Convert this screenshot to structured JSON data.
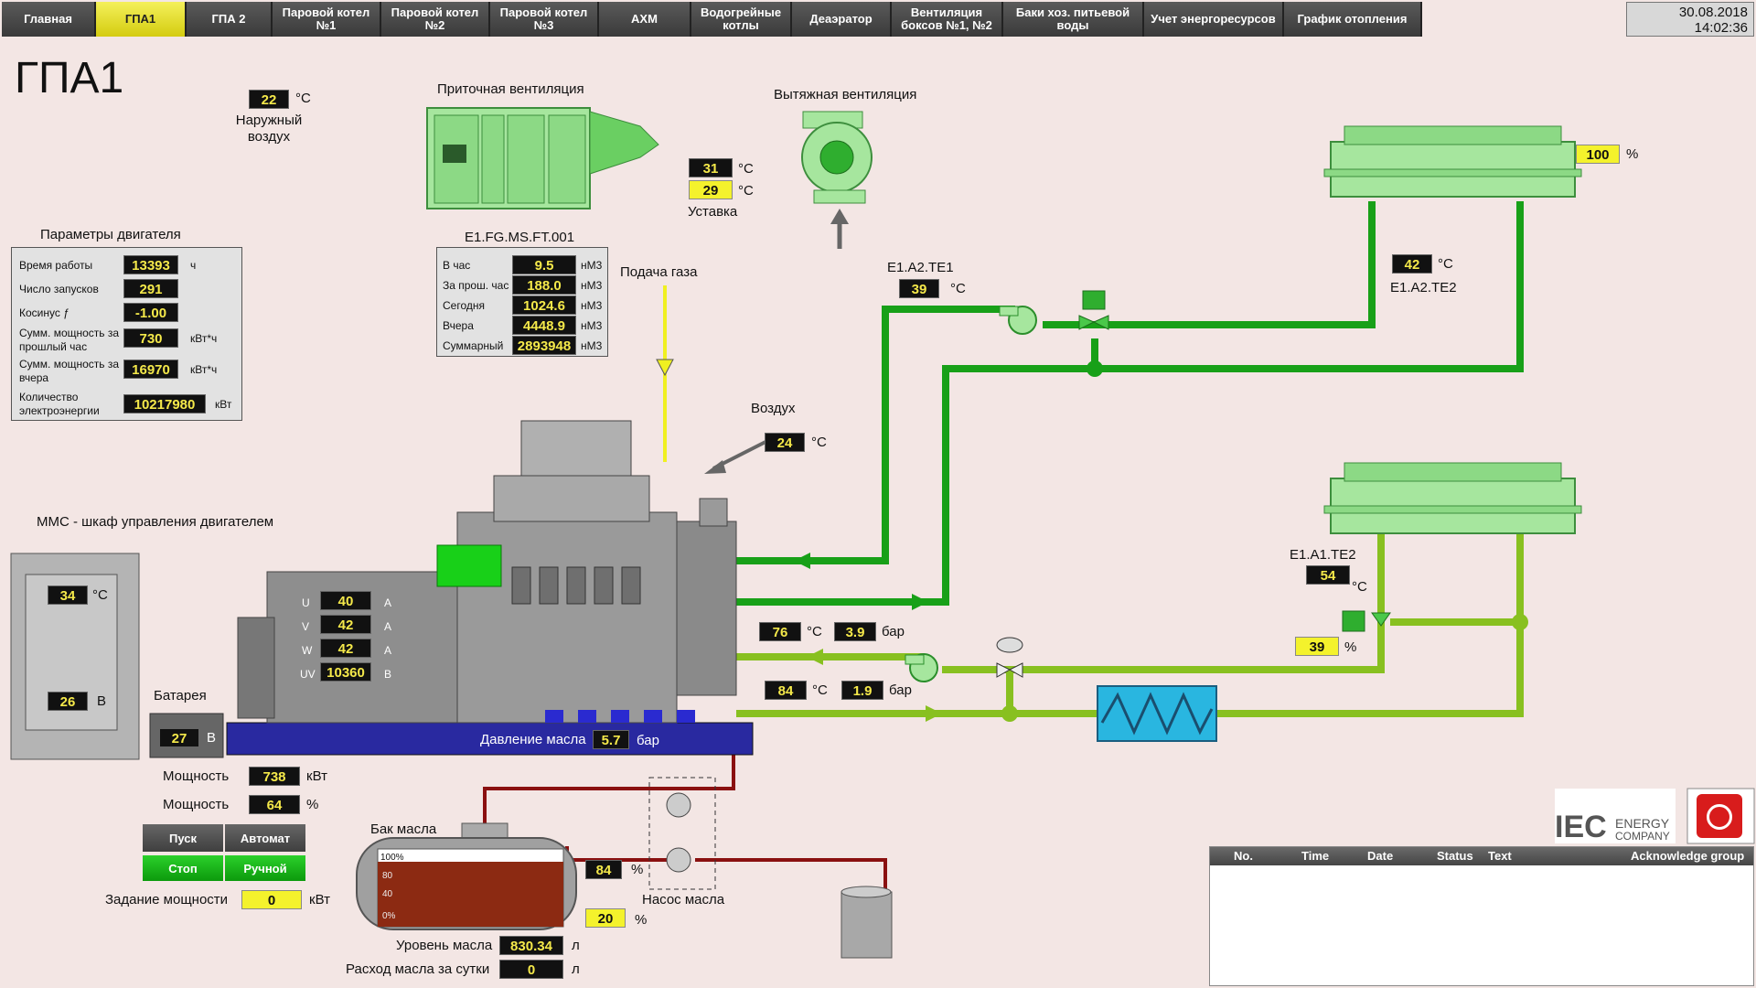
{
  "nav": [
    "Главная",
    "ГПА1",
    "ГПА 2",
    "Паровой котел №1",
    "Паровой котел №2",
    "Паровой котел №3",
    "АХМ",
    "Водогрейные котлы",
    "Деаэратор",
    "Вентиляция боксов №1, №2",
    "Баки хоз. питьевой воды",
    "Учет энергоресурсов",
    "График отопления"
  ],
  "clock": {
    "date": "30.08.2018",
    "time": "14:02:36"
  },
  "title": "ГПА1",
  "outdoor": {
    "value": "22",
    "unit": "°C",
    "label": "Наружный воздух"
  },
  "supply_vent": {
    "label": "Приточная вентиляция",
    "temp": "31",
    "setpoint": "29",
    "unit": "°C",
    "setpoint_label": "Уставка"
  },
  "exhaust_vent": {
    "label": "Вытяжная вентиляция"
  },
  "engine_params": {
    "title": "Параметры двигателя",
    "rows": [
      {
        "label": "Время работы",
        "value": "13393",
        "unit": "ч"
      },
      {
        "label": "Число запусков",
        "value": "291",
        "unit": ""
      },
      {
        "label": "Косинус ƒ",
        "value": "-1.00",
        "unit": ""
      },
      {
        "label": "Сумм. мощность за прошлый час",
        "value": "730",
        "unit": "кВт*ч"
      },
      {
        "label": "Сумм. мощность за вчера",
        "value": "16970",
        "unit": "кВт*ч"
      },
      {
        "label": "Количество электроэнергии",
        "value": "10217980",
        "unit": "кВт"
      }
    ]
  },
  "gas_meter": {
    "title": "E1.FG.MS.FT.001",
    "rows": [
      {
        "label": "В час",
        "value": "9.5",
        "unit": "нМ3"
      },
      {
        "label": "За прош. час",
        "value": "188.0",
        "unit": "нМ3"
      },
      {
        "label": "Сегодня",
        "value": "1024.6",
        "unit": "нМ3"
      },
      {
        "label": "Вчера",
        "value": "4448.9",
        "unit": "нМ3"
      },
      {
        "label": "Суммарный",
        "value": "2893948",
        "unit": "нМ3"
      }
    ]
  },
  "gas_supply_label": "Подача газа",
  "air": {
    "label": "Воздух",
    "value": "24",
    "unit": "°C"
  },
  "mms": {
    "label": "ММС - шкаф управления двигателем",
    "temp": "34",
    "temp_unit": "°C",
    "voltage": "26",
    "voltage_unit": "В"
  },
  "battery": {
    "label": "Батарея",
    "value": "27",
    "unit": "В"
  },
  "generator": [
    {
      "label": "U",
      "value": "40",
      "unit": "A"
    },
    {
      "label": "V",
      "value": "42",
      "unit": "A"
    },
    {
      "label": "W",
      "value": "42",
      "unit": "A"
    },
    {
      "label": "UV",
      "value": "10360",
      "unit": "В"
    }
  ],
  "oil_pressure": {
    "label": "Давление масла",
    "value": "5.7",
    "unit": "бар"
  },
  "power": {
    "label": "Мощность",
    "kw": "738",
    "kw_unit": "кВт",
    "pct": "64",
    "pct_unit": "%"
  },
  "controls": {
    "start": "Пуск",
    "auto": "Автомат",
    "stop": "Стоп",
    "manual": "Ручной",
    "setpoint_label": "Задание мощности",
    "setpoint_value": "0",
    "setpoint_unit": "кВт"
  },
  "circuit_hi": {
    "te1_label": "E1.A2.TE1",
    "te1": "39",
    "te2_label": "E1.A2.TE2",
    "te2": "42",
    "unit": "°C",
    "cooler_pct": "100",
    "pct_unit": "%"
  },
  "circuit_lo": {
    "te2_label": "E1.A1.TE2",
    "te2": "54",
    "unit": "°C",
    "valve_pct": "39",
    "pct_unit": "%",
    "t_out": "76",
    "p_out": "3.9",
    "t_in": "84",
    "p_in": "1.9",
    "p_unit": "бар"
  },
  "oil_tank": {
    "label": "Бак масла",
    "levels": [
      "100%",
      "80",
      "40",
      "0%"
    ],
    "level_label": "Уровень масла",
    "level_value": "830.34",
    "level_unit": "л",
    "flow_label": "Расход масла за сутки",
    "flow_value": "0",
    "flow_unit": "л",
    "pct1": "84",
    "pct2": "20",
    "pct_unit": "%",
    "pump_label": "Насос масла"
  },
  "logo": {
    "text1": "IEC",
    "text2": "ENERGY",
    "text3": "COMPANY"
  },
  "alarm": {
    "cols": [
      "No.",
      "Time",
      "Date",
      "Status",
      "Text",
      "Acknowledge group"
    ]
  },
  "colors": {
    "pipe_hi": "#18a018",
    "pipe_lo": "#88c020",
    "oil": "#8a1010",
    "gas": "#f0f020"
  }
}
